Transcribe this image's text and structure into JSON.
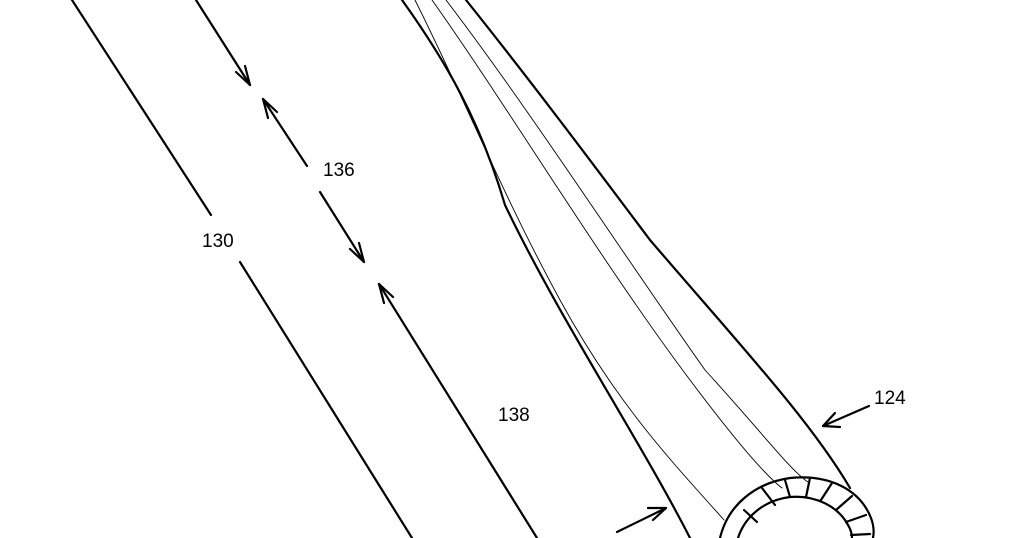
{
  "figure": {
    "labels": {
      "l130": "130",
      "l136": "136",
      "l138": "138",
      "l124": "124"
    },
    "line_color": "#000000",
    "background": "#ffffff"
  }
}
